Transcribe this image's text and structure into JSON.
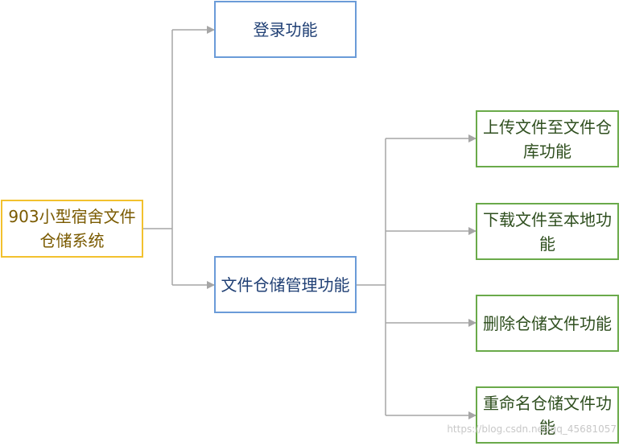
{
  "nodes": {
    "root": "903小型宿舍文件仓储系统",
    "login": "登录功能",
    "storage": "文件仓储管理功能",
    "upload": "上传文件至文件仓库功能",
    "download": "下载文件至本地功能",
    "delete": "删除仓储文件功能",
    "rename": "重命名仓储文件功能"
  },
  "watermark": "https://blog.csdn.net/qq_45681057",
  "colors": {
    "root_border": "#f2c12e",
    "blue_border": "#6a9bd8",
    "green_border": "#6aaa4a",
    "connector": "#a6a6a6"
  }
}
